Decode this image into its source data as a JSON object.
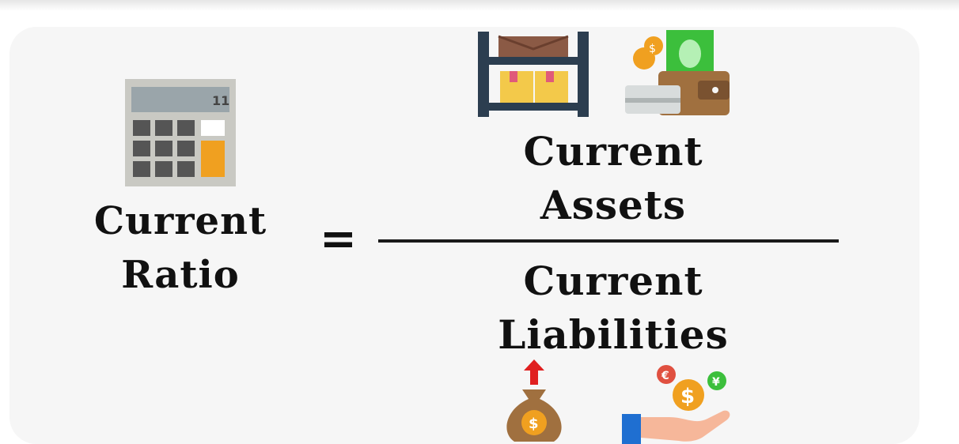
{
  "formula": {
    "lhs_line1": "Current",
    "lhs_line2": "Ratio",
    "equals": "=",
    "numerator_line1": "Current",
    "numerator_line2": "Assets",
    "denominator_line1": "Current",
    "denominator_line2": "Liabilities"
  },
  "icons": {
    "calculator": "calculator-icon",
    "shelf": "inventory-shelf-icon",
    "wallet": "wallet-cash-icon",
    "money_bag": "money-bag-icon",
    "hand_coins": "hand-coins-icon"
  },
  "calculator_display": "11",
  "colors": {
    "text": "#111111",
    "card_bg": "#f6f6f6",
    "accent_orange": "#f0a020",
    "accent_green": "#3cbf3c"
  }
}
